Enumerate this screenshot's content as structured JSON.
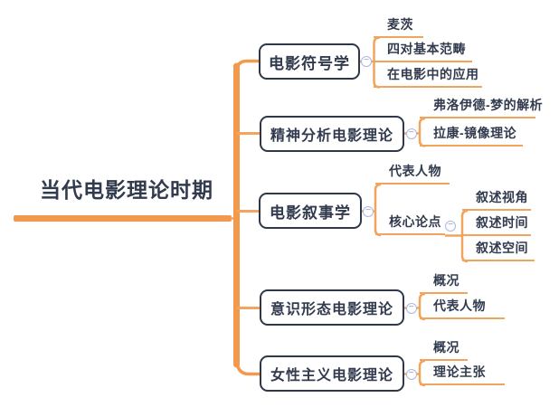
{
  "title": "当代电影理论时期",
  "icons": {
    "collapse_glyph": "−"
  },
  "colors": {
    "trunk_orange": "#F2994D",
    "child_line_orange": "#F3A45C",
    "node_border": "#2E3848",
    "text": "#323B4E",
    "collapse_ring": "#AEB6DD",
    "background": "#FFFFFF"
  },
  "branches": [
    {
      "label": "电影符号学",
      "children": [
        {
          "label": "麦茨"
        },
        {
          "label": "四对基本范畴"
        },
        {
          "label": "在电影中的应用"
        }
      ]
    },
    {
      "label": "精神分析电影理论",
      "children": [
        {
          "label": "弗洛伊德-梦的解析"
        },
        {
          "label": "拉康-镜像理论"
        }
      ]
    },
    {
      "label": "电影叙事学",
      "children": [
        {
          "label": "代表人物"
        },
        {
          "label": "核心论点",
          "children": [
            {
              "label": "叙述视角"
            },
            {
              "label": "叙述时间"
            },
            {
              "label": "叙述空间"
            }
          ]
        }
      ]
    },
    {
      "label": "意识形态电影理论",
      "children": [
        {
          "label": "概况"
        },
        {
          "label": "代表人物"
        }
      ]
    },
    {
      "label": "女性主义电影理论",
      "children": [
        {
          "label": "概况"
        },
        {
          "label": "理论主张"
        }
      ]
    }
  ]
}
